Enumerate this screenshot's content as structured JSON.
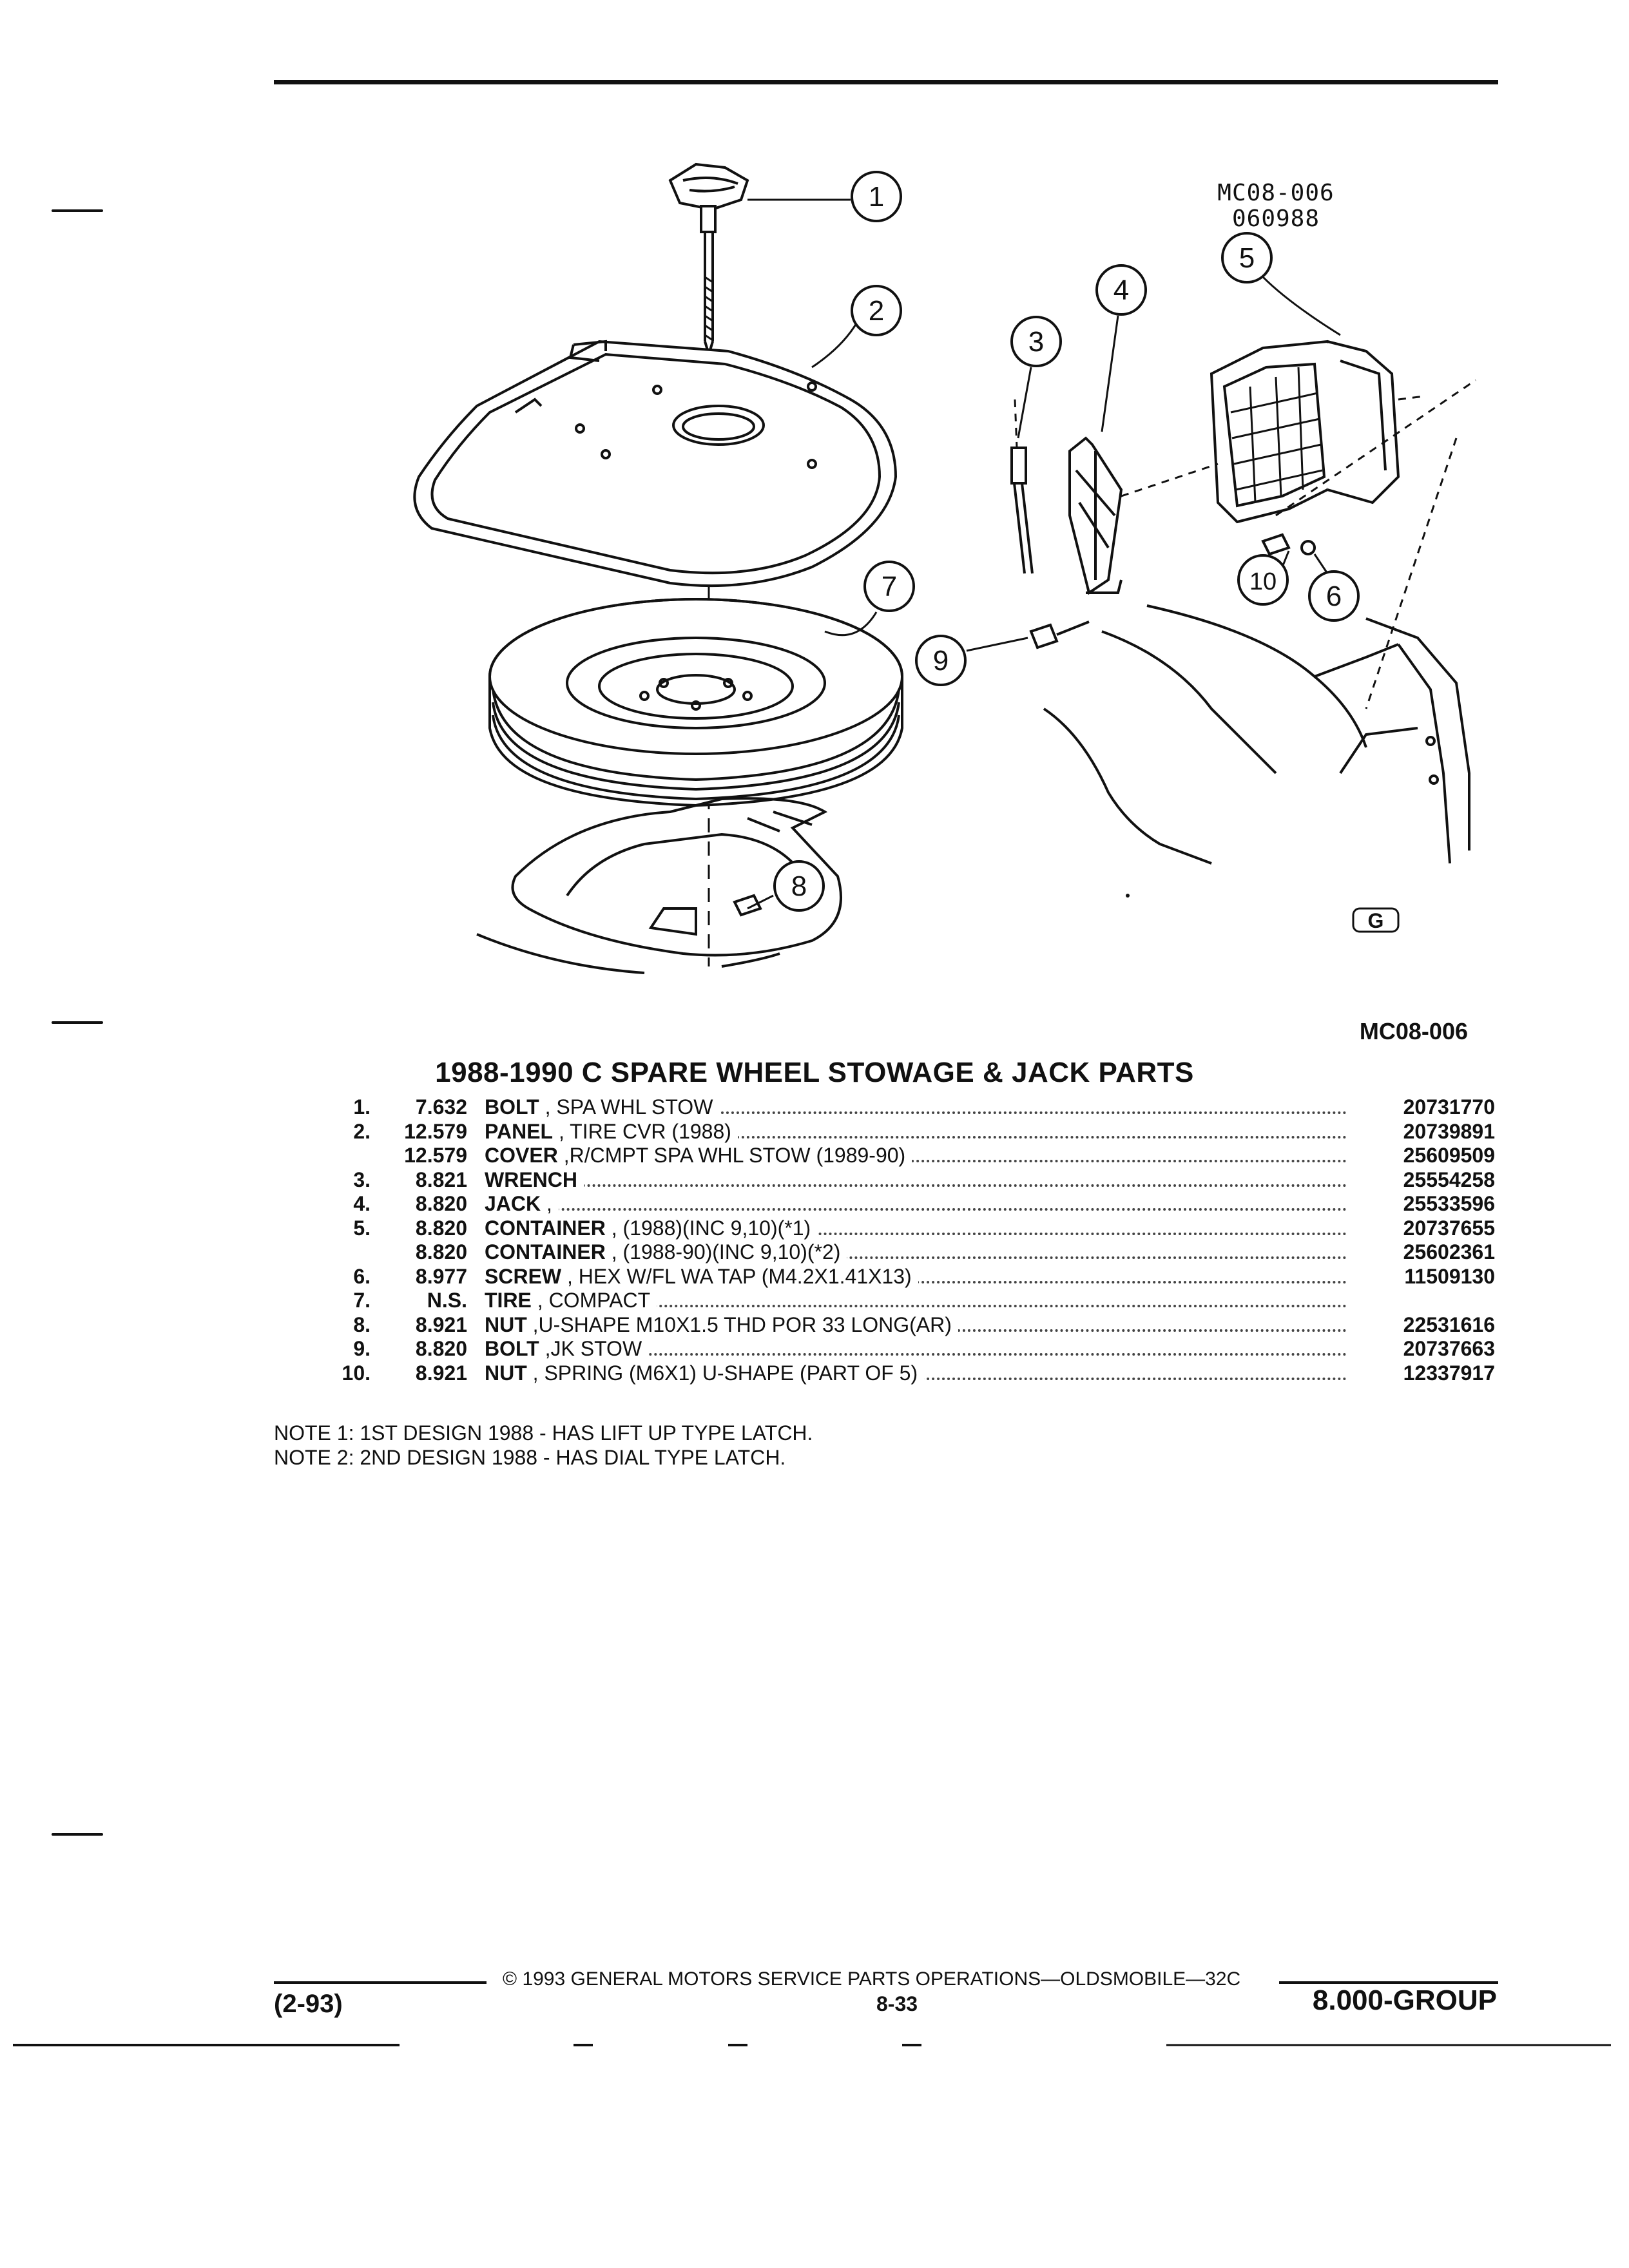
{
  "figure": {
    "ref_code_top": "MC08-006",
    "ref_code_date": "060988",
    "callouts": [
      "1",
      "2",
      "3",
      "4",
      "5",
      "6",
      "7",
      "8",
      "9",
      "10"
    ],
    "logo_text": "G",
    "figure_code": "MC08-006"
  },
  "section_title": "1988-1990 C SPARE WHEEL STOWAGE & JACK PARTS",
  "parts": [
    {
      "index": "1.",
      "group": "7.632",
      "name": "BOLT",
      "desc": " , SPA WHL STOW",
      "part_number": "20731770"
    },
    {
      "index": "2.",
      "group": "12.579",
      "name": "PANEL",
      "desc": " , TIRE CVR (1988)",
      "part_number": "20739891"
    },
    {
      "index": "",
      "group": "12.579",
      "name": "COVER",
      "desc": " ,R/CMPT SPA WHL STOW (1989-90)",
      "part_number": "25609509"
    },
    {
      "index": "3.",
      "group": "8.821",
      "name": "WRENCH",
      "desc": "",
      "part_number": "25554258"
    },
    {
      "index": "4.",
      "group": "8.820",
      "name": "JACK",
      "desc": " ,",
      "part_number": "25533596"
    },
    {
      "index": "5.",
      "group": "8.820",
      "name": "CONTAINER",
      "desc": " , (1988)(INC 9,10)(*1)",
      "part_number": "20737655"
    },
    {
      "index": "",
      "group": "8.820",
      "name": "CONTAINER",
      "desc": " , (1988-90)(INC 9,10)(*2)",
      "part_number": "25602361"
    },
    {
      "index": "6.",
      "group": "8.977",
      "name": "SCREW",
      "desc": " , HEX W/FL WA TAP (M4.2X1.41X13)",
      "part_number": "11509130"
    },
    {
      "index": "7.",
      "group": "N.S.",
      "name": "TIRE",
      "desc": " , COMPACT",
      "part_number": ""
    },
    {
      "index": "8.",
      "group": "8.921",
      "name": "NUT",
      "desc": " ,U-SHAPE M10X1.5 THD POR 33 LONG(AR)",
      "part_number": "22531616"
    },
    {
      "index": "9.",
      "group": "8.820",
      "name": "BOLT",
      "desc": " ,JK STOW",
      "part_number": "20737663"
    },
    {
      "index": "10.",
      "group": "8.921",
      "name": "NUT",
      "desc": " , SPRING (M6X1) U-SHAPE (PART OF 5)",
      "part_number": "12337917"
    }
  ],
  "notes": [
    "NOTE  1:  1ST DESIGN 1988 - HAS LIFT UP TYPE LATCH.",
    "NOTE  2:  2ND DESIGN 1988 - HAS DIAL TYPE LATCH."
  ],
  "footer": {
    "copyright": "© 1993 GENERAL MOTORS SERVICE PARTS OPERATIONS—OLDSMOBILE—32C",
    "date_code": "(2-93)",
    "page_number": "8-33",
    "group_code": "8.000-GROUP"
  }
}
